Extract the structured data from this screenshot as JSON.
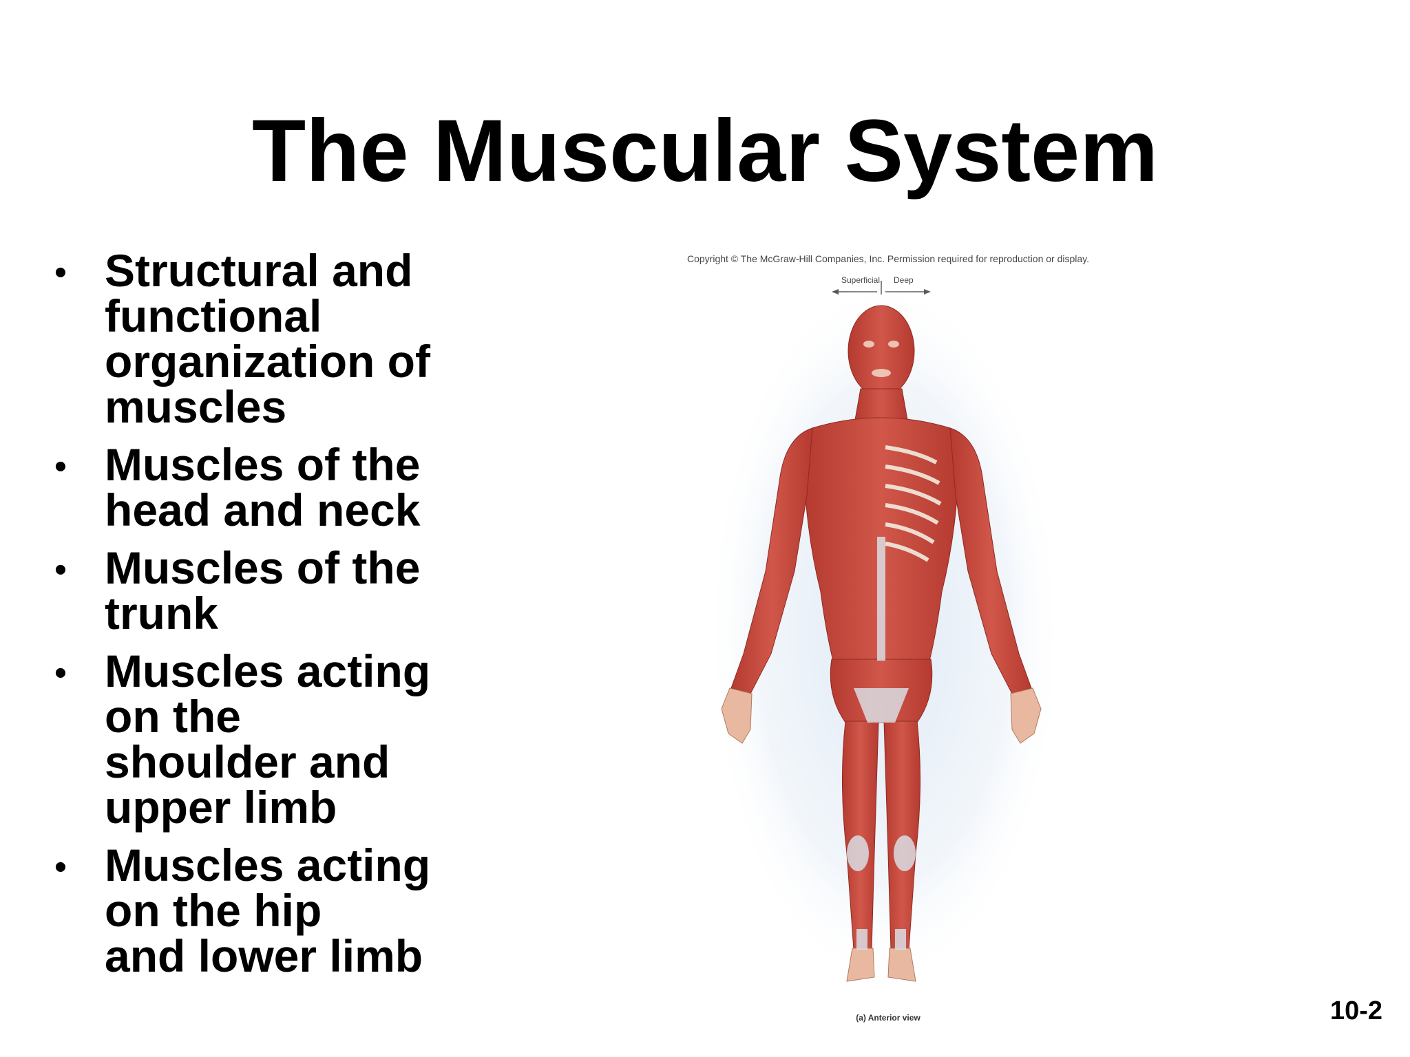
{
  "slide": {
    "title": "The Muscular System",
    "page_number": "10-2"
  },
  "bullets": [
    {
      "text": "Structural and\nfunctional\norganization of\nmuscles"
    },
    {
      "text": "Muscles of the\nhead and neck"
    },
    {
      "text": "Muscles of the\ntrunk"
    },
    {
      "text": "Muscles acting\non the\nshoulder and\nupper limb"
    },
    {
      "text": "Muscles acting\non the hip\nand lower limb"
    }
  ],
  "figure": {
    "copyright": "Copyright © The McGraw-Hill Companies, Inc. Permission required for reproduction or display.",
    "superficial_label": "Superficial",
    "deep_label": "Deep",
    "caption": "(a) Anterior view",
    "colors": {
      "muscle": "#c8453a",
      "muscle_dark": "#9e2f27",
      "tendon": "#d9dde3",
      "glow": "#dbe6f3",
      "bone": "#f2ece0"
    }
  }
}
